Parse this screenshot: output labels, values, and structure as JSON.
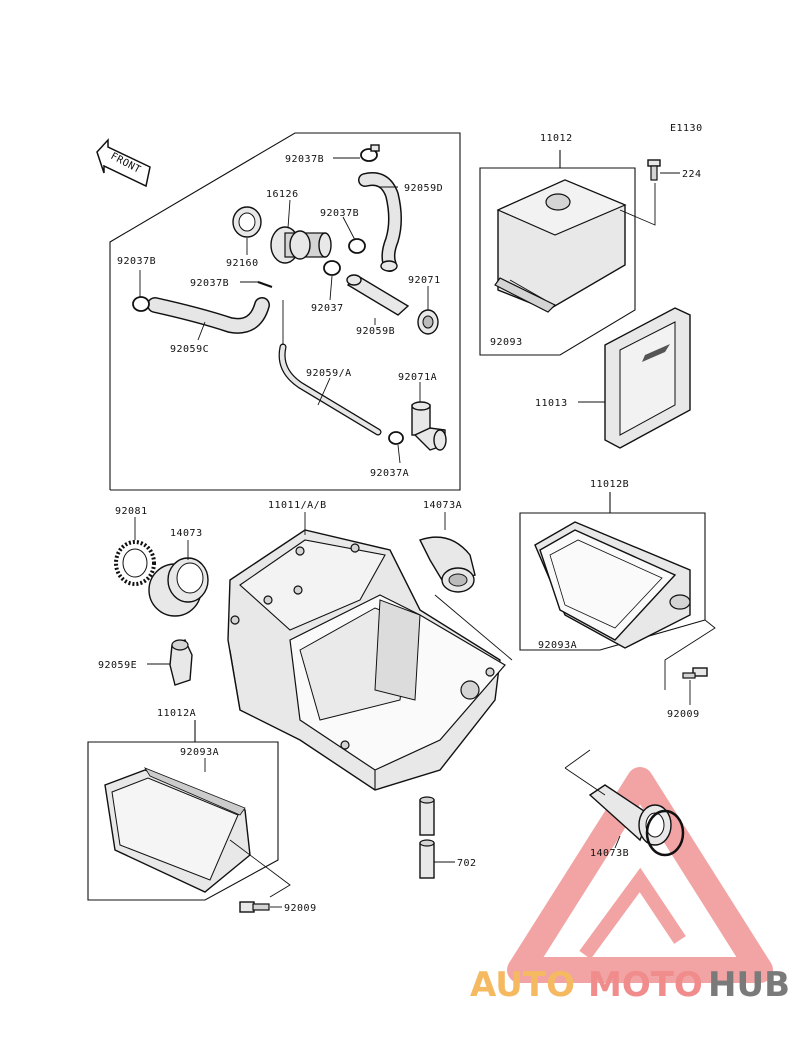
{
  "diagram_ref": "E1130",
  "front_arrow": "FRONT",
  "labels": {
    "l92037b_top": "92037B",
    "l92059d": "92059D",
    "l16126": "16126",
    "l92037b_mid": "92037B",
    "l92160": "92160",
    "l92037b_left": "92037B",
    "l92037b_small": "92037B",
    "l92037": "92037",
    "l92071": "92071",
    "l92059b": "92059B",
    "l92059c": "92059C",
    "l92059a": "92059/A",
    "l92071a": "92071A",
    "l92037a": "92037A",
    "l11012": "11012",
    "l224": "224",
    "l92093": "92093",
    "l11013": "11013",
    "l11012b": "11012B",
    "l92093a_right": "92093A",
    "l92009_right": "92009",
    "l92081": "92081",
    "l14073": "14073",
    "l11011": "11011/A/B",
    "l14073a": "14073A",
    "l92059e": "92059E",
    "l11012a": "11012A",
    "l92093a_left": "92093A",
    "l702": "702",
    "l14073b": "14073B",
    "l92009_bottom": "92009"
  },
  "watermark": {
    "part1": "AUTO",
    "part2": "MOTO",
    "part3": "HUB",
    "color1": "#f5b961",
    "color2": "#f08c8c",
    "color3": "#7a7a7a"
  }
}
